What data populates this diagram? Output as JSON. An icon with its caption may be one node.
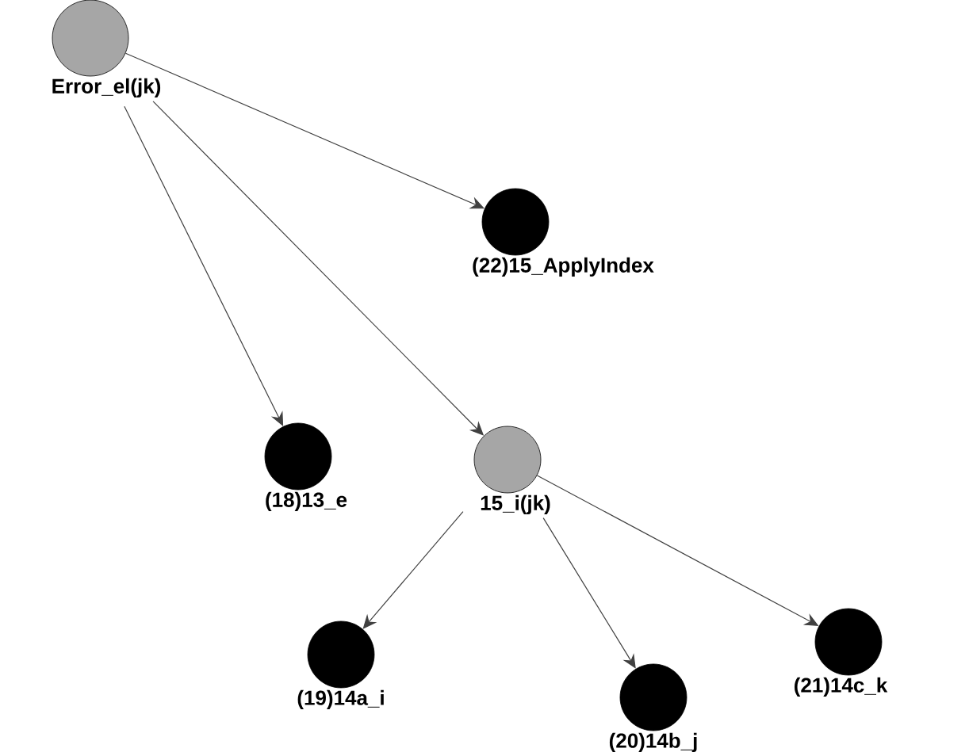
{
  "diagram": {
    "nodes": [
      {
        "text": [
          "Error_el(jk)"
        ]
      },
      {
        "text": [
          "(22)15_ApplyIndex"
        ]
      },
      {
        "text": [
          "(18)13_e"
        ]
      },
      {
        "text": [
          "15_i(jk)"
        ]
      },
      {
        "text": [
          "(19)14a_i"
        ]
      },
      {
        "text": [
          "(20)14b_j"
        ]
      },
      {
        "text": [
          "(21)14c_k"
        ]
      }
    ],
    "edges": [
      {
        "from": 0,
        "to": 1,
        "arrow": "to"
      },
      {
        "from": 0,
        "to": 2,
        "arrow": "to"
      },
      {
        "from": 0,
        "to": 3,
        "arrow": "to"
      },
      {
        "from": 3,
        "to": 4,
        "arrow": "to"
      },
      {
        "from": 3,
        "to": 5,
        "arrow": "to"
      },
      {
        "from": 3,
        "to": 6,
        "arrow": "to"
      }
    ]
  }
}
